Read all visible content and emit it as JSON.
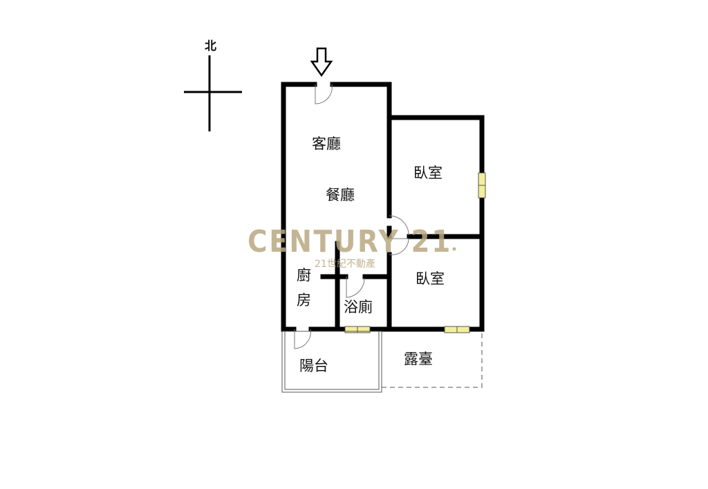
{
  "compass": {
    "north_label": "北"
  },
  "rooms": {
    "living_room": "客廳",
    "dining_room": "餐廳",
    "bedroom_1": "臥室",
    "bedroom_2": "臥室",
    "kitchen_1": "廚",
    "kitchen_2": "房",
    "bathroom": "浴廁",
    "balcony": "陽台",
    "terrace": "露臺"
  },
  "watermark": {
    "brand": "CENTURY 21",
    "subtitle": "21世紀不動產",
    "color": "#b9a882"
  },
  "colors": {
    "wall": "#000000",
    "window": "#f3ee9a"
  }
}
